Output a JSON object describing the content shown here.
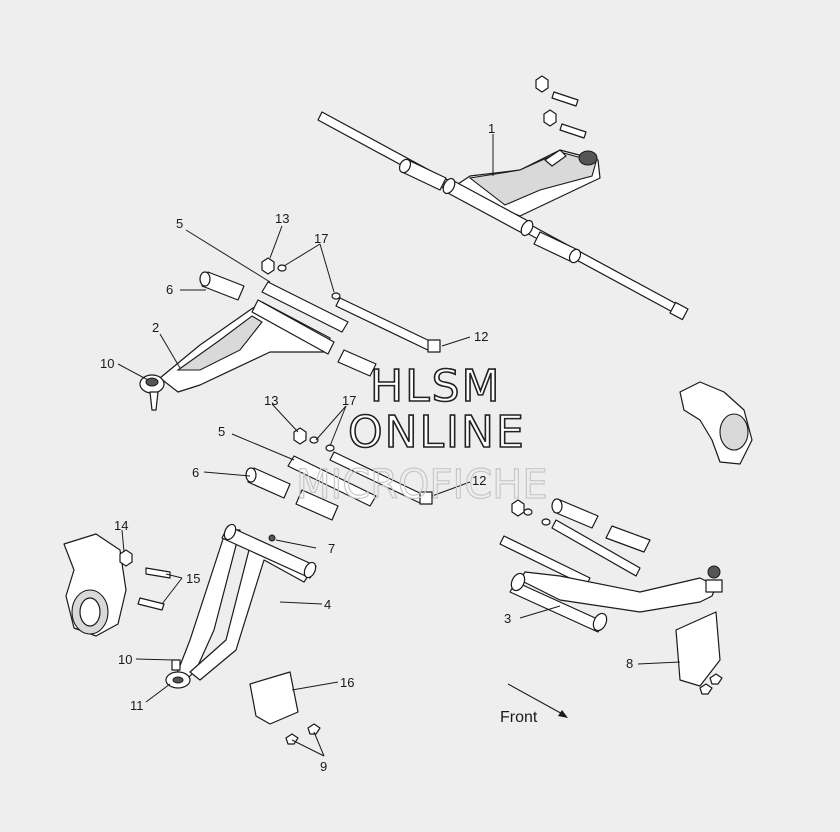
{
  "labels": {
    "p1": "1",
    "p2": "2",
    "p3": "3",
    "p4": "4",
    "p5": "5",
    "p6": "6",
    "p7": "7",
    "p8": "8",
    "p9": "9",
    "p10": "10",
    "p11": "11",
    "p12": "12",
    "p13": "13",
    "p14": "14",
    "p15": "15",
    "p16": "16",
    "p17": "17",
    "front": "Front"
  },
  "watermark": {
    "line1": "HLSM",
    "line2": "ONLINE",
    "line3": "MICROFICHE"
  },
  "colors": {
    "background": "#eeeeee",
    "line": "#1a1a1a"
  }
}
